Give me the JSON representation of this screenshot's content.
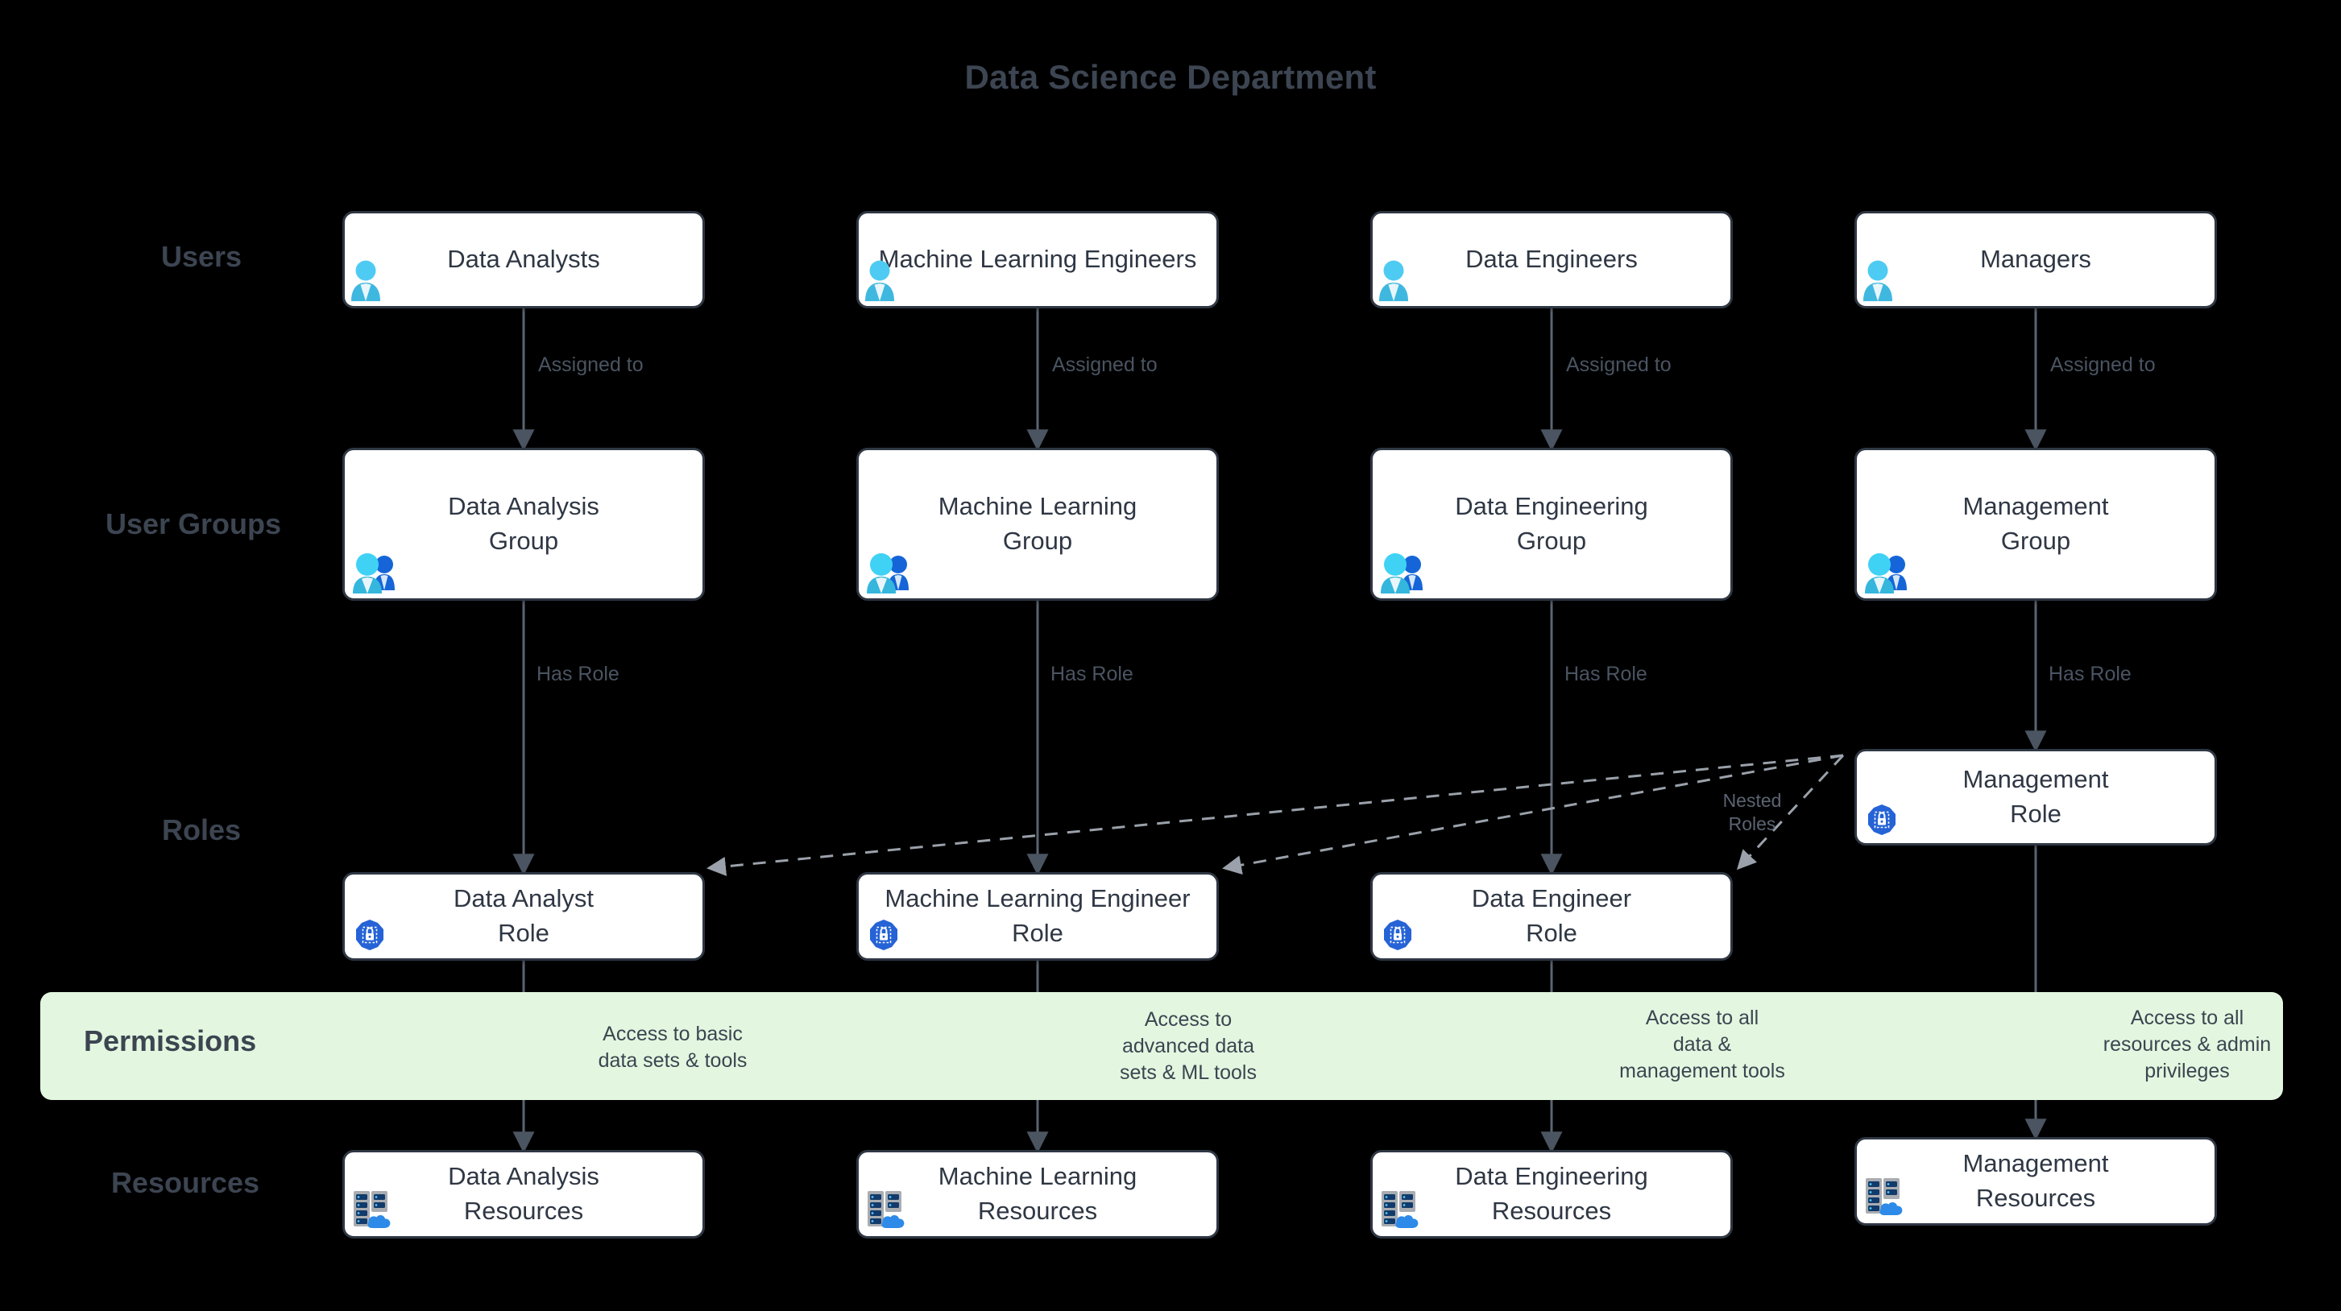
{
  "title": "Data Science Department",
  "colors": {
    "background": "#000000",
    "node_fill": "#ffffff",
    "node_border": "#2f3744",
    "text": "#2f3744",
    "label_text": "#3c4551",
    "edge_line": "#5a6472",
    "permissions_band": "#e3f7e0",
    "icon_cyan": "#47c7f0",
    "icon_blue": "#1565d8",
    "icon_gray": "#a9adb2"
  },
  "rows": [
    {
      "key": "users",
      "label": "Users"
    },
    {
      "key": "user_groups",
      "label": "User Groups"
    },
    {
      "key": "roles",
      "label": "Roles"
    },
    {
      "key": "permissions",
      "label": "Permissions"
    },
    {
      "key": "resources",
      "label": "Resources"
    }
  ],
  "users": [
    {
      "label": "Data Analysts",
      "icon": "user-icon"
    },
    {
      "label": "Machine Learning Engineers",
      "icon": "user-icon"
    },
    {
      "label": "Data Engineers",
      "icon": "user-icon"
    },
    {
      "label": "Managers",
      "icon": "user-icon"
    }
  ],
  "user_groups": [
    {
      "label": "Data Analysis\nGroup",
      "icon": "users-group-icon"
    },
    {
      "label": "Machine Learning\nGroup",
      "icon": "users-group-icon"
    },
    {
      "label": "Data Engineering\nGroup",
      "icon": "users-group-icon"
    },
    {
      "label": "Management\nGroup",
      "icon": "users-group-icon"
    }
  ],
  "roles": [
    {
      "label": "Data Analyst\nRole",
      "icon": "role-shield-lock-icon"
    },
    {
      "label": "Machine Learning Engineer\nRole",
      "icon": "role-shield-lock-icon"
    },
    {
      "label": "Data Engineer\nRole",
      "icon": "role-shield-lock-icon"
    },
    {
      "label": "Management\nRole",
      "icon": "role-shield-lock-icon"
    }
  ],
  "permissions": [
    "Access to basic\ndata sets & tools",
    "Access to\nadvanced data\nsets & ML tools",
    "Access to all\ndata &\nmanagement tools",
    "Access to all\nresources & admin\nprivileges"
  ],
  "resources": [
    {
      "label": "Data Analysis\nResources",
      "icon": "server-cloud-icon"
    },
    {
      "label": "Machine Learning\nResources",
      "icon": "server-cloud-icon"
    },
    {
      "label": "Data Engineering\nResources",
      "icon": "server-cloud-icon"
    },
    {
      "label": "Management\nResources",
      "icon": "server-cloud-icon"
    }
  ],
  "edge_labels": {
    "assigned_to": [
      "Assigned to",
      "Assigned to",
      "Assigned to",
      "Assigned to"
    ],
    "has_role": [
      "Has Role",
      "Has Role",
      "Has Role",
      "Has Role"
    ],
    "nested_roles": "Nested\nRoles"
  }
}
